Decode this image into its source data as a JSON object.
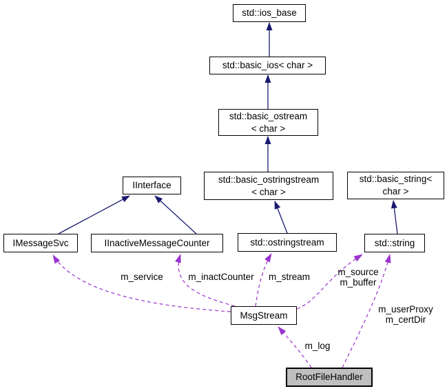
{
  "diagram": {
    "type": "class-collaboration-graph",
    "nodes": {
      "ios_base": {
        "label": "std::ios_base"
      },
      "basic_ios": {
        "label": "std::basic_ios< char >"
      },
      "basic_ostream": {
        "label": "std::basic_ostream\n< char >"
      },
      "basic_ostringstream": {
        "label": "std::basic_ostringstream\n< char >"
      },
      "basic_string": {
        "label": "std::basic_string<\nchar >"
      },
      "iinterface": {
        "label": "IInterface"
      },
      "imessagesvc": {
        "label": "IMessageSvc"
      },
      "iinactivemessagecounter": {
        "label": "IInactiveMessageCounter"
      },
      "ostringstream": {
        "label": "std::ostringstream"
      },
      "stdstring": {
        "label": "std::string"
      },
      "msgstream": {
        "label": "MsgStream"
      },
      "rootfilehandler": {
        "label": "RootFileHandler"
      }
    },
    "edge_labels": {
      "m_service": "m_service",
      "m_inactCounter": "m_inactCounter",
      "m_stream": "m_stream",
      "m_source_buffer": "m_source\nm_buffer",
      "m_userProxy_certDir": "m_userProxy\nm_certDir",
      "m_log": "m_log"
    },
    "colors": {
      "inheritance_arrow": "#191970",
      "usage_arrow": "#9a32cd",
      "node_fill": "#ffffff",
      "current_node_fill": "#bfbfbf",
      "node_border": "#000000",
      "background": "#ffffff"
    }
  }
}
